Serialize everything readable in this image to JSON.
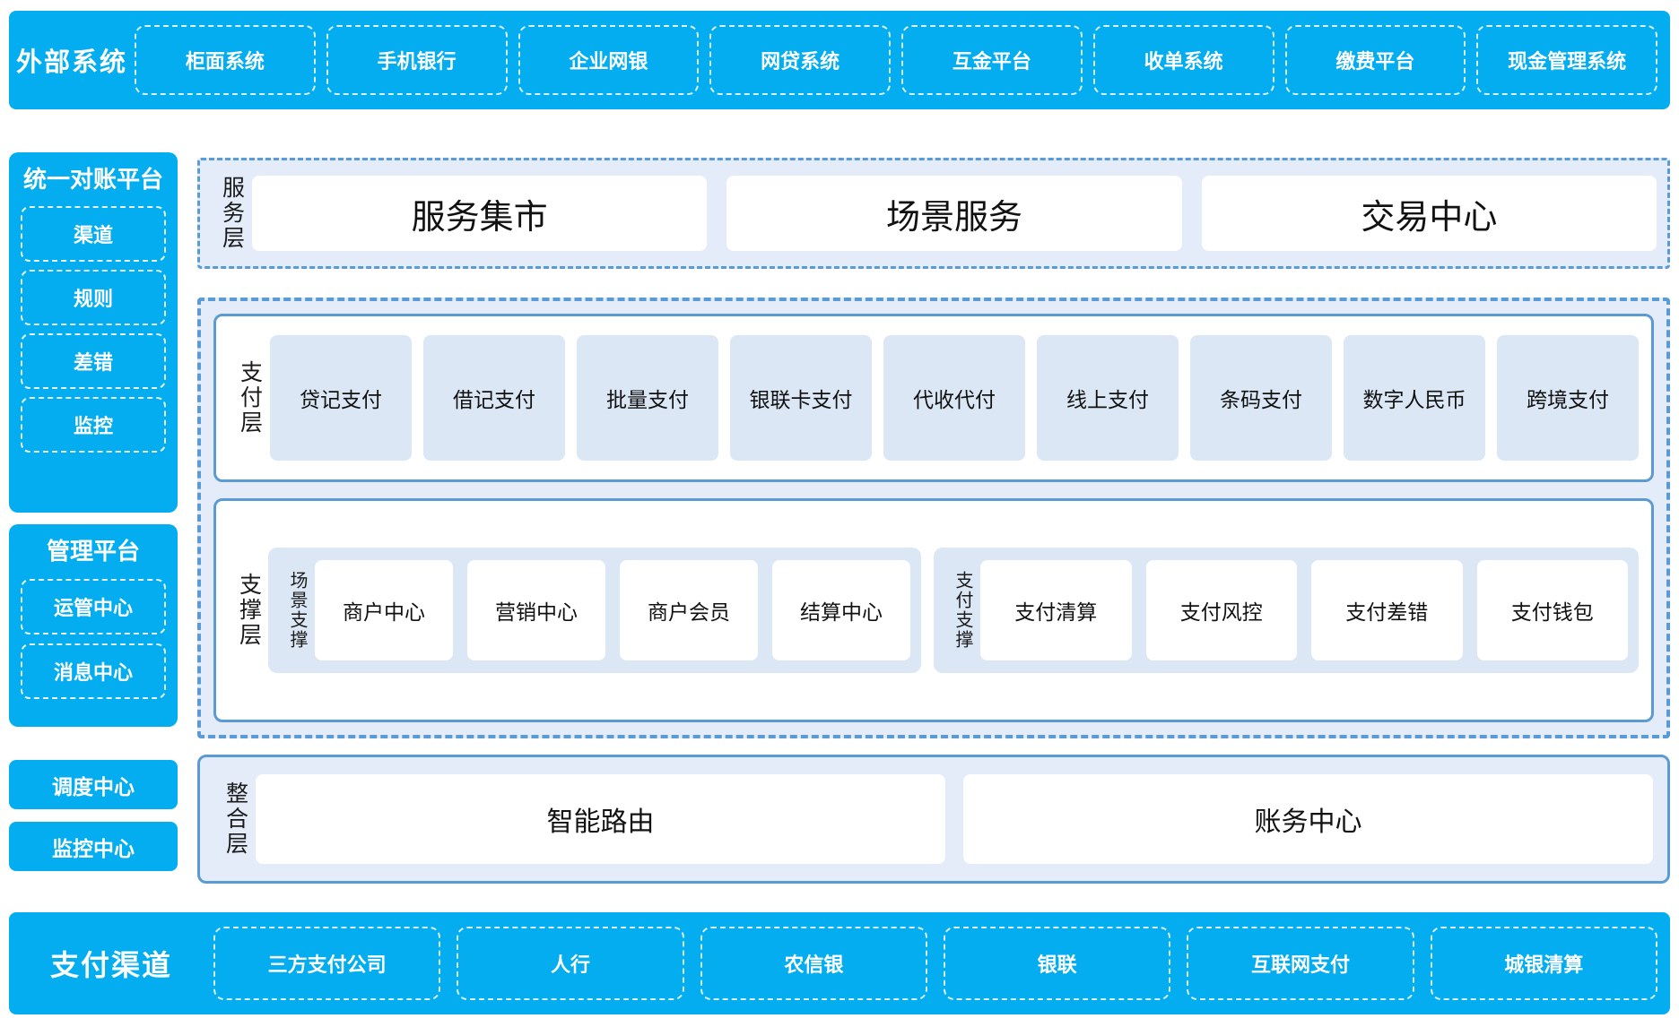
{
  "colors": {
    "brand_cyan": "#03ADEF",
    "layer_border_blue": "#5B9BD5",
    "layer_fill": "#E3ECF8",
    "card_light_blue": "#DCE7F6",
    "card_white": "#FFFFFF"
  },
  "external_systems": {
    "title": "外部系统",
    "items": [
      "柜面系统",
      "手机银行",
      "企业网银",
      "网贷系统",
      "互金平台",
      "收单系统",
      "缴费平台",
      "现金管理系统"
    ]
  },
  "sidebar": {
    "reconciliation": {
      "title": "统一对账平台",
      "items": [
        "渠道",
        "规则",
        "差错",
        "监控"
      ]
    },
    "management": {
      "title": "管理平台",
      "items": [
        "运管中心",
        "消息中心"
      ]
    },
    "standalone": [
      "调度中心",
      "监控中心"
    ]
  },
  "service_layer": {
    "label": "服务层",
    "items": [
      "服务集市",
      "场景服务",
      "交易中心"
    ]
  },
  "payment_layer": {
    "label": "支付层",
    "items": [
      "贷记支付",
      "借记支付",
      "批量支付",
      "银联卡支付",
      "代收代付",
      "线上支付",
      "条码支付",
      "数字人民币",
      "跨境支付"
    ]
  },
  "support_layer": {
    "label": "支撑层",
    "groups": [
      {
        "label": "场景支撑",
        "items": [
          "商户中心",
          "营销中心",
          "商户会员",
          "结算中心"
        ]
      },
      {
        "label": "支付支撑",
        "items": [
          "支付清算",
          "支付风控",
          "支付差错",
          "支付钱包"
        ]
      }
    ]
  },
  "integration_layer": {
    "label": "整合层",
    "items": [
      "智能路由",
      "账务中心"
    ]
  },
  "payment_channels": {
    "title": "支付渠道",
    "items": [
      "三方支付公司",
      "人行",
      "农信银",
      "银联",
      "互联网支付",
      "城银清算"
    ]
  }
}
